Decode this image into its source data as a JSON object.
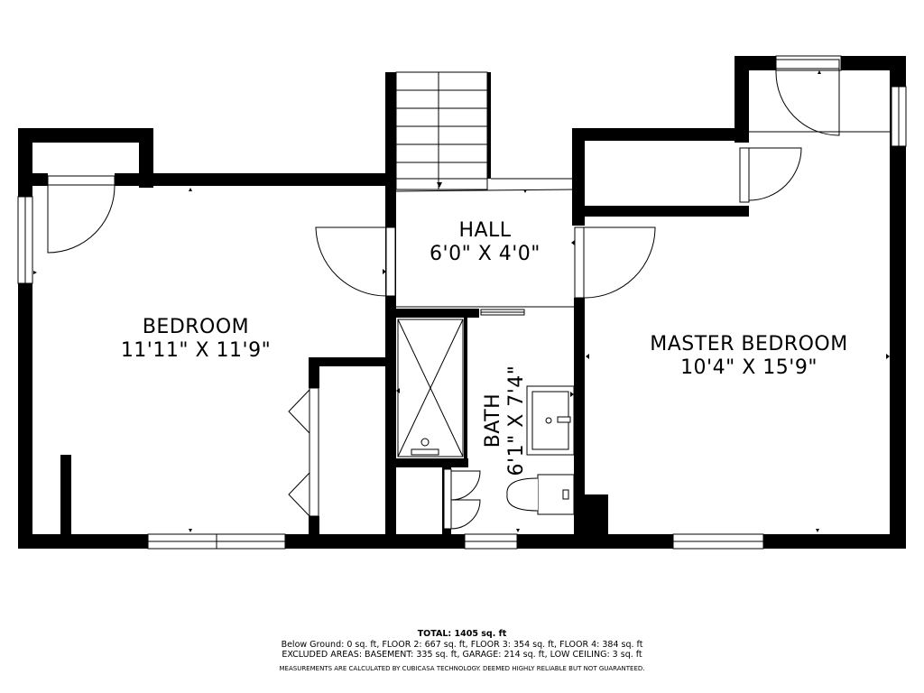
{
  "rooms": {
    "bedroom": {
      "name": "BEDROOM",
      "size": "11'11\" X 11'9\""
    },
    "hall": {
      "name": "HALL",
      "size": "6'0\" X 4'0\""
    },
    "master_bedroom": {
      "name": "MASTER BEDROOM",
      "size": "10'4\" X 15'9\""
    },
    "bath": {
      "name": "BATH",
      "size": "6'1\" X 7'4\""
    }
  },
  "footer": {
    "total": "TOTAL: 1405 sq. ft",
    "floors": "Below Ground: 0 sq. ft, FLOOR 2: 667 sq. ft, FLOOR 3: 354 sq. ft, FLOOR 4: 384 sq. ft",
    "excluded": "EXCLUDED AREAS: BASEMENT: 335 sq. ft, GARAGE: 214 sq. ft, LOW CEILING: 3 sq. ft",
    "disclaimer": "MEASUREMENTS ARE CALCULATED BY CUBICASA TECHNOLOGY. DEEMED HIGHLY RELIABLE BUT NOT GUARANTEED."
  }
}
